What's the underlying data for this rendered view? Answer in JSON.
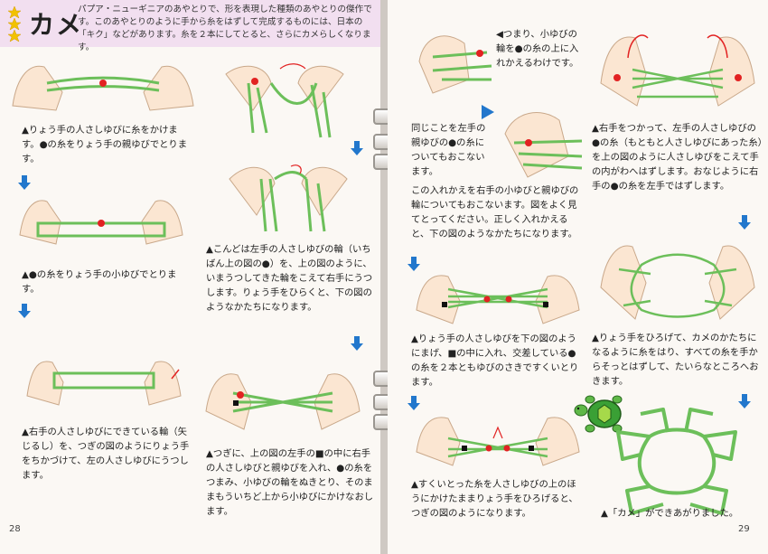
{
  "header": {
    "title": "カメ",
    "intro": "パプア・ニューギニアのあやとりで、形を表現した種類のあやとりの傑作です。このあやとりのように手から糸をはずして完成するものには、日本の「キク」などがあります。糸を２本にしてとると、さらにカメらしくなります。"
  },
  "left_page": {
    "step1": "▲りょう手の人さしゆびに糸をかけます。●の糸をりょう手の親ゆびでとります。",
    "step2": "▲●の糸をりょう手の小ゆびでとります。",
    "step3": "▲右手の人さしゆびにできている輪（矢じるし）を、つぎの図のようにりょう手をちかづけて、左の人さしゆびにうつします。",
    "step4": "▲こんどは左手の人さしゆびの輪（いちばん上の図の●）を、上の図のように、いまうつしてきた輪をこえて右手にうつします。りょう手をひらくと、下の図のようなかたちになります。",
    "step5": "▲つぎに、上の図の左手の■の中に右手の人さしゆびと親ゆびを入れ、●の糸をつまみ、小ゆびの輪をぬきとり、そのままもういちど上から小ゆびにかけなおします。",
    "page_number": "28"
  },
  "right_page": {
    "step6": "◀つまり、小ゆびの輪を●の糸の上に入れかえるわけです。",
    "step7": "同じことを左手の親ゆびの●の糸についてもおこないます。",
    "step8": "この入れかえを右手の小ゆびと親ゆびの輪についてもおこないます。図をよく見てとってください。正しく入れかえると、下の図のようなかたちになります。",
    "step9": "▲りょう手の人さしゆびを下の図のようにまげ、■の中に入れ、交差している●の糸を２本ともゆびのさきですくいとります。",
    "step10": "▲すくいとった糸を人さしゆびの上のほうにかけたままりょう手をひろげると、つぎの図のようになります。",
    "step11": "▲右手をつかって、左手の人さしゆびの●の糸（もともと人さしゆびにあった糸）を上の図のように人さしゆびをこえて手の内がわへはずします。おなじように右手の●の糸を左手ではずします。",
    "step12": "▲りょう手をひろげて、カメのかたちになるように糸をはり、すべての糸を手からそっとはずして、たいらなところへおきます。",
    "final": "▲「カメ」ができあがりました。",
    "page_number": "29"
  },
  "colors": {
    "string": "#6cbf5a",
    "dot": "#e22222",
    "arrow": "#2277cc",
    "header_bg": "#f2dff0",
    "skin": "#fbe6d2",
    "turtle": "#3aa035"
  },
  "icons": [
    "star-icon",
    "hand-illustration",
    "down-arrow-icon",
    "turtle-icon",
    "turtle-string-figure"
  ]
}
